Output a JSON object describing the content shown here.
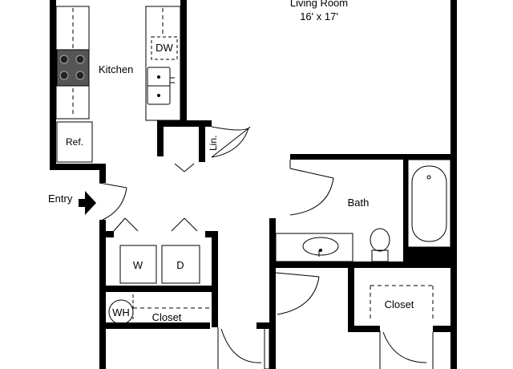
{
  "rooms": {
    "living_room": {
      "name": "Living Room",
      "dimensions": "16' x 17'"
    },
    "kitchen": "Kitchen",
    "bath": "Bath",
    "closet_bedroom": "Closet",
    "closet_hall": "Closet"
  },
  "fixtures": {
    "dishwasher": "DW",
    "refrigerator": "Ref.",
    "linen": "Lin.",
    "washer": "W",
    "dryer": "D",
    "water_heater": "WH"
  },
  "entry": "Entry",
  "colors": {
    "wall": "#000000",
    "background": "#ffffff",
    "stove": "#555555"
  }
}
